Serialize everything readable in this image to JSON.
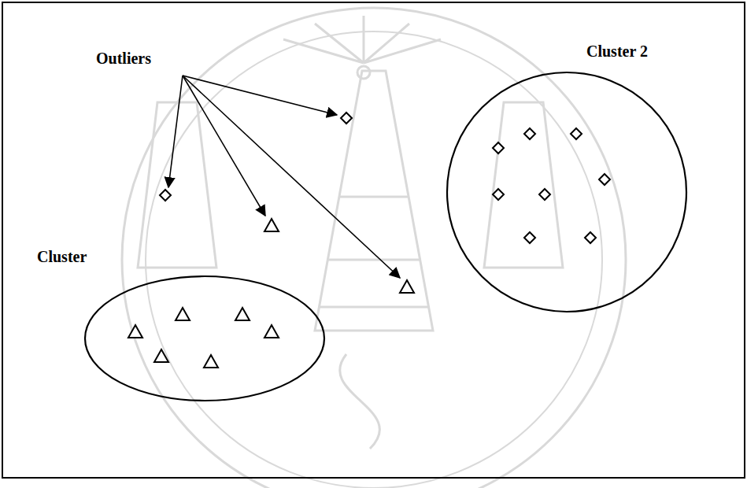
{
  "diagram": {
    "nodes": [
      {
        "text": [
          "Cluster 2"
        ]
      },
      {
        "text": [
          "Cluster"
        ]
      }
    ],
    "labels": [
      "Outliers"
    ]
  }
}
